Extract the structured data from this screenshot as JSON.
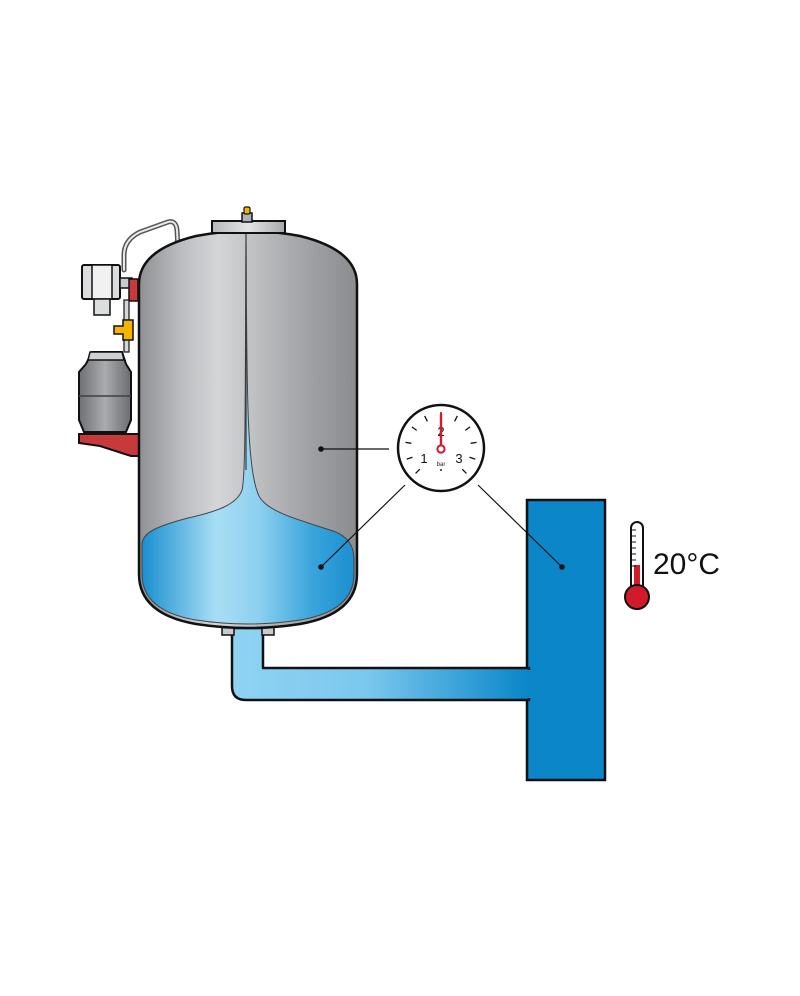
{
  "gauge": {
    "scale_labels": [
      "1",
      "2",
      "3"
    ],
    "unit": "bar"
  },
  "thermometer": {
    "reading": "20°C"
  },
  "colors": {
    "water_dark": "#0a86c9",
    "water_light": "#a6dcf4",
    "tank_light": "#d3d4d6",
    "tank_dark": "#8c8e91",
    "needle_red": "#d11a2a",
    "bracket_red": "#c8393b",
    "valve_yellow": "#f4b400"
  }
}
